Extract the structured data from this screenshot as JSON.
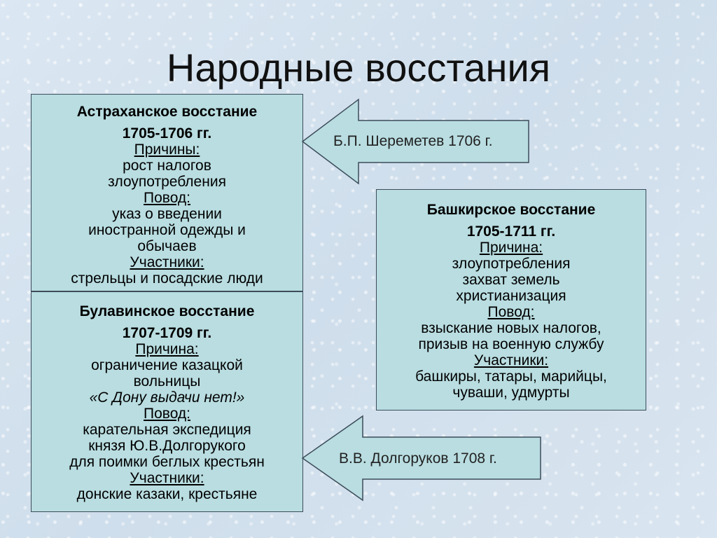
{
  "title": "Народные восстания",
  "astrakhan": {
    "name": "Астраханское восстание",
    "years": "1705-1706 гг.",
    "causes_label": "Причины:",
    "causes": [
      "рост налогов",
      "злоупотребления"
    ],
    "pretext_label": "Повод:",
    "pretext": [
      "указ о введении",
      "иностранной одежды и",
      "обычаев"
    ],
    "participants_label": "Участники:",
    "participants": [
      "стрельцы и посадские люди"
    ]
  },
  "bulavin": {
    "name": "Булавинское восстание",
    "years": "1707-1709 гг.",
    "causes_label": "Причина:",
    "causes": [
      "ограничение казацкой",
      "вольницы"
    ],
    "slogan": "«С Дону выдачи нет!»",
    "pretext_label": "Повод:",
    "pretext": [
      "карательная экспедиция",
      "князя Ю.В.Долгорукого",
      "для поимки беглых крестьян"
    ],
    "participants_label": "Участники:",
    "participants": [
      "донские казаки, крестьяне"
    ]
  },
  "bashkir": {
    "name": "Башкирское восстание",
    "years": "1705-1711 гг.",
    "causes_label": "Причина:",
    "causes": [
      "злоупотребления",
      "захват земель",
      "христианизация"
    ],
    "pretext_label": "Повод:",
    "pretext": [
      "взыскание новых налогов,",
      "призыв на военную службу"
    ],
    "participants_label": "Участники:",
    "participants": [
      "башкиры, татары, марийцы,",
      "чуваши, удмурты"
    ]
  },
  "arrows": {
    "sheremetev": "Б.П. Шереметев 1706 г.",
    "dolgorukov": "В.В. Долгоруков 1708 г."
  },
  "colors": {
    "box_fill": "#b9dde1",
    "arrow_fill": "#b9dde1",
    "border": "#3c4c5a",
    "background": "#d6e3ef"
  }
}
